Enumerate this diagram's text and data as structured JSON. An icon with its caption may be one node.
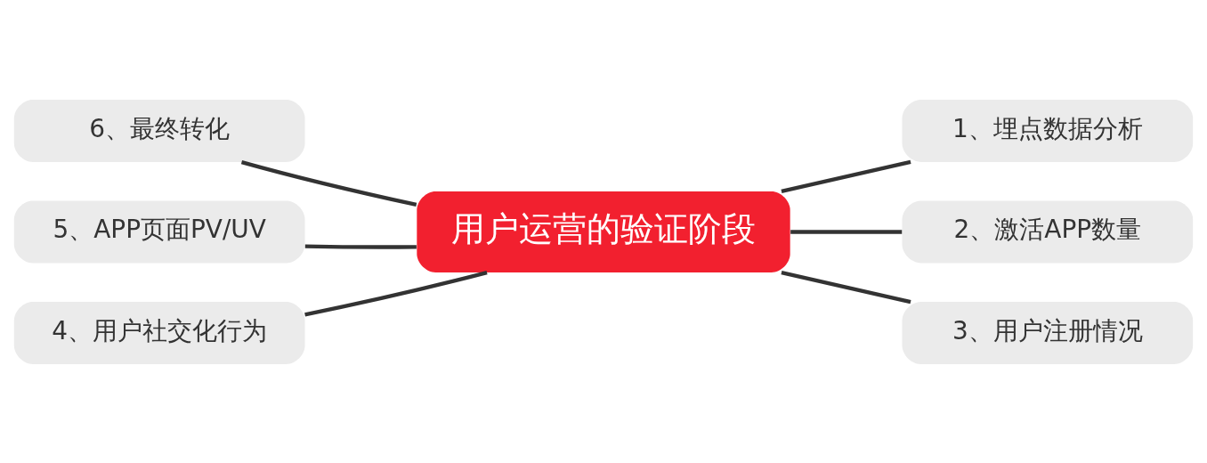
{
  "diagram": {
    "nodes": [
      {
        "text": [
          "用户运营的验证阶段"
        ]
      },
      {
        "text": [
          "1、埋点数据分析"
        ]
      },
      {
        "text": [
          "2、激活APP数量"
        ]
      },
      {
        "text": [
          "3、用户注册情况"
        ]
      },
      {
        "text": [
          "4、用户社交化行为"
        ]
      },
      {
        "text": [
          "5、APP页面PV/UV"
        ]
      },
      {
        "text": [
          "6、最终转化"
        ]
      }
    ],
    "edges": [
      {
        "from": 0,
        "to": 1,
        "arrow": "none"
      },
      {
        "from": 0,
        "to": 2,
        "arrow": "none"
      },
      {
        "from": 0,
        "to": 3,
        "arrow": "none"
      },
      {
        "from": 0,
        "to": 4,
        "arrow": "none"
      },
      {
        "from": 0,
        "to": 5,
        "arrow": "none"
      },
      {
        "from": 0,
        "to": 6,
        "arrow": "none"
      }
    ]
  }
}
